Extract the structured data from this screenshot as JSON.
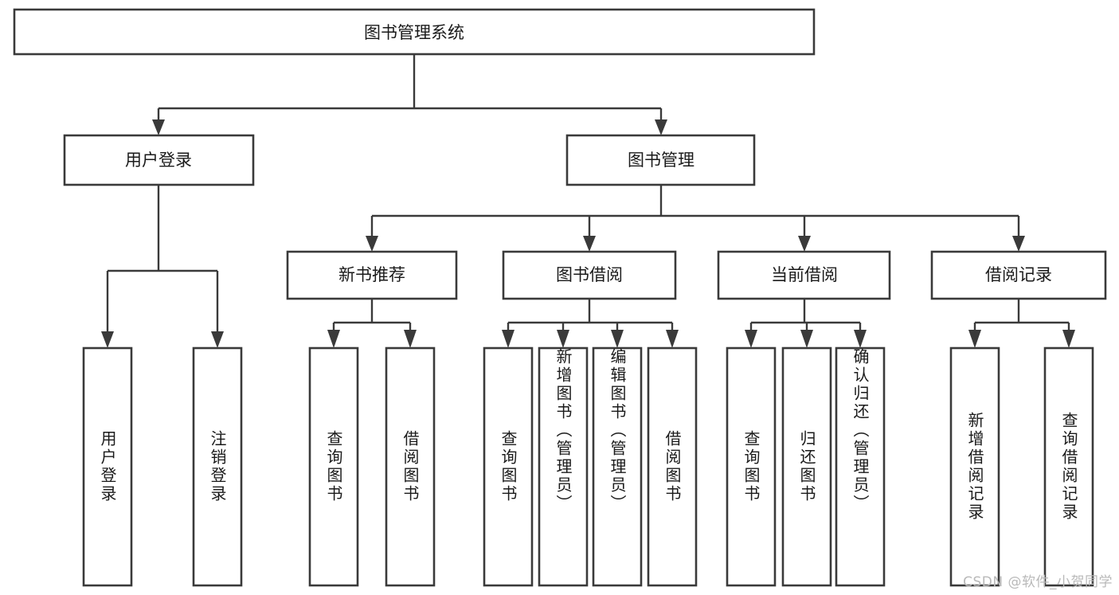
{
  "diagram": {
    "type": "tree",
    "title": "图书管理系统",
    "orientation": "top-down",
    "watermark": "CSDN @软件_小贺同学",
    "colors": {
      "stroke": "#3a3a3a",
      "fill": "#ffffff",
      "text": "#1a1a1a",
      "watermark": "#b9b9b9",
      "background": "#ffffff"
    }
  },
  "nodes": {
    "root": {
      "label": "图书管理系统"
    },
    "level2": [
      {
        "id": "user-login",
        "label": "用户登录"
      },
      {
        "id": "book-manage",
        "label": "图书管理"
      }
    ],
    "level3": [
      {
        "id": "new-book-recommend",
        "label": "新书推荐"
      },
      {
        "id": "book-borrow",
        "label": "图书借阅"
      },
      {
        "id": "current-borrow",
        "label": "当前借阅"
      },
      {
        "id": "borrow-record",
        "label": "借阅记录"
      }
    ],
    "leaves": {
      "user-login": [
        {
          "id": "leaf-user-login",
          "label": "用户登录"
        },
        {
          "id": "leaf-user-logout",
          "label": "注销登录"
        }
      ],
      "new-book-recommend": [
        {
          "id": "leaf-query-book-1",
          "label": "查询图书"
        },
        {
          "id": "leaf-borrow-book-1",
          "label": "借阅图书"
        }
      ],
      "book-borrow": [
        {
          "id": "leaf-query-book-2",
          "label": "查询图书"
        },
        {
          "id": "leaf-add-book",
          "label": "新增图书（管理员）"
        },
        {
          "id": "leaf-edit-book",
          "label": "编辑图书（管理员）"
        },
        {
          "id": "leaf-borrow-book-2",
          "label": "借阅图书"
        }
      ],
      "current-borrow": [
        {
          "id": "leaf-query-book-3",
          "label": "查询图书"
        },
        {
          "id": "leaf-return-book",
          "label": "归还图书"
        },
        {
          "id": "leaf-confirm-return",
          "label": "确认归还（管理员）"
        }
      ],
      "borrow-record": [
        {
          "id": "leaf-add-record",
          "label": "新增借阅记录"
        },
        {
          "id": "leaf-query-record",
          "label": "查询借阅记录"
        }
      ]
    }
  }
}
